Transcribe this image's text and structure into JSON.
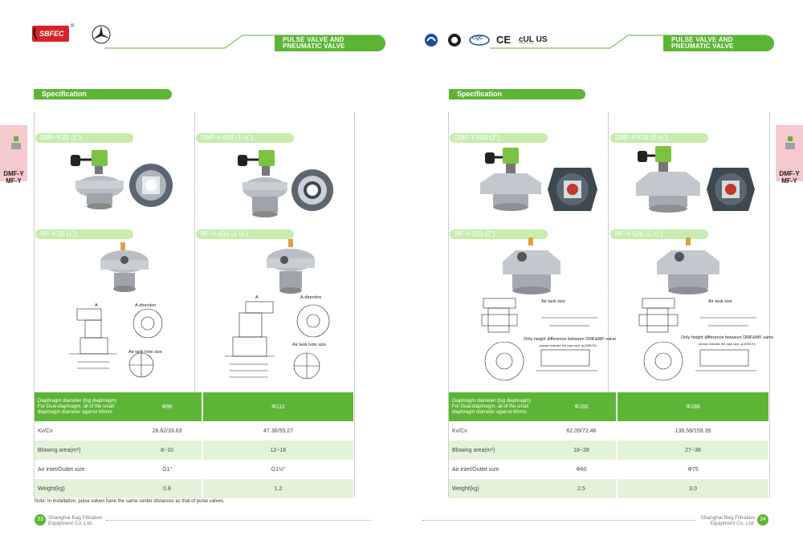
{
  "header": {
    "banner_left": [
      "PULSE VALVE AND",
      "PNEUMATIC VALVE"
    ],
    "banner_right": [
      "PULSE VALVE AND",
      "PNEUMATIC VALVE"
    ],
    "logo_text": "SBFEC",
    "logo_mark": "®",
    "certs": {
      "ce": "CE",
      "ul": "c̲U̲L̲ US",
      "cqc": "CQC"
    }
  },
  "left_page": {
    "spec_tab": "Specification",
    "products": [
      {
        "name": "DMF-Y-25 (1\")"
      },
      {
        "name": "DMF-Y-40S (1 ½\")"
      },
      {
        "name": "MF-Y-25 (1\")"
      },
      {
        "name": "MF-Y-40S (1 ½\")"
      }
    ],
    "drawing_labels": {
      "a": "A",
      "a_direction": "A-direction",
      "tank_hole": "Air tank hole size"
    },
    "table": {
      "rows": [
        {
          "label": "Diaphragm diameter (big diaphragm)\nFor Dual-diaphragm, all of the small\ndiaphragm diameter against 66mm",
          "v1": "Φ96",
          "v2": "Φ112"
        },
        {
          "label": "Kv/Cv",
          "v1": "28.82/33.63",
          "v2": "47.36/55.27"
        },
        {
          "label": "Blowing area(m²)",
          "v1": "8~10",
          "v2": "12~16"
        },
        {
          "label": "Air inlet/Outlet size",
          "v1": "G1\"",
          "v2": "G1½\""
        },
        {
          "label": "Weight(kg)",
          "v1": "0.8",
          "v2": "1.2"
        }
      ]
    },
    "note": "Note: In installation, pulse valves have the same center distances as that of pulse valves.",
    "page_number": "33",
    "company": [
      "Shanghai Bag Filtration",
      "Equipment Co.,Ltd."
    ]
  },
  "right_page": {
    "spec_tab": "Specification",
    "products": [
      {
        "name": "DMF-Y-50S (2\")"
      },
      {
        "name": "DMF-Y-62S (2 ½\")"
      },
      {
        "name": "MF-Y-50S (2\")"
      },
      {
        "name": "MF-Y-62S (2 ½\")"
      }
    ],
    "drawing_labels": {
      "tank": "Air tank size",
      "height_diff": "Only height difference between DMF&MF valve",
      "height_sub": "please indicate the pipe size: φ (E/B/70)"
    },
    "table": {
      "rows": [
        {
          "label": "Diaphragm diameter (big diaphragm)\nFor Dual-diaphragm, all of the small\ndiaphragm diameter against 66mm",
          "v1": "Φ160",
          "v2": "Φ188"
        },
        {
          "label": "Kv/Cv",
          "v1": "62.09/72.46",
          "v2": "136.58/159.39"
        },
        {
          "label": "Blowing area(m²)",
          "v1": "18~28",
          "v2": "27~38"
        },
        {
          "label": "Air inlet/Outlet size",
          "v1": "Φ60",
          "v2": "Φ75"
        },
        {
          "label": "Weight(kg)",
          "v1": "2.5",
          "v2": "3.0"
        }
      ]
    },
    "page_number": "34",
    "company": [
      "Shanghai Bag Filtration",
      "Equipment Co.,Ltd."
    ]
  },
  "side_tab": {
    "line1": "DMF-Y",
    "line2": "MF-Y"
  }
}
